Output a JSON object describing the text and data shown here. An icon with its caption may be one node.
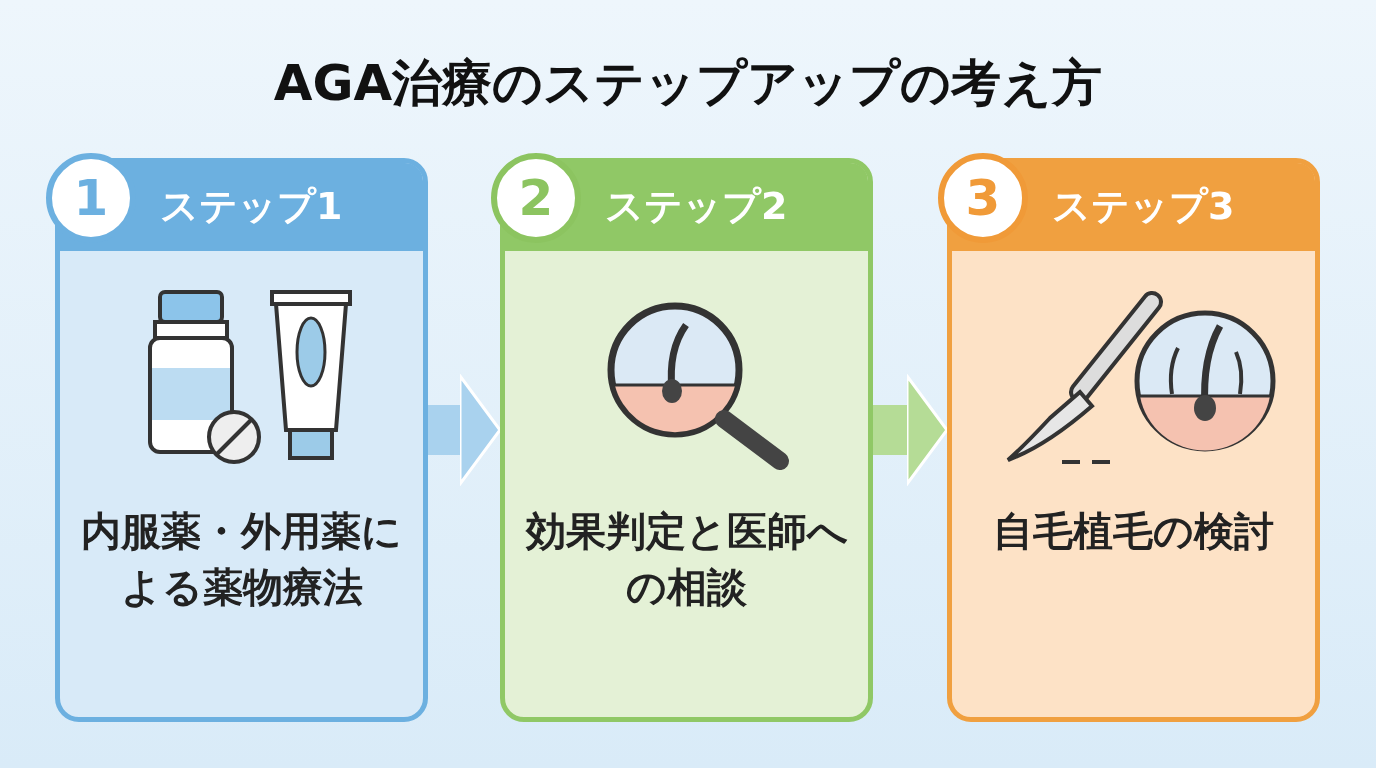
{
  "diagram": {
    "title": "AGA治療のステップアップの考え方",
    "nodes": [
      {
        "text": [
          "1",
          "ステップ1",
          "内服薬・外用薬による薬物療法"
        ]
      },
      {
        "text": [
          "2",
          "ステップ2",
          "効果判定と医師への相談"
        ]
      },
      {
        "text": [
          "3",
          "ステップ3",
          "自毛植毛の検討"
        ]
      }
    ],
    "edges": [
      {
        "from": 0,
        "to": 1,
        "arrow": "to",
        "color": "#a9d2ee"
      },
      {
        "from": 1,
        "to": 2,
        "arrow": "to",
        "color": "#b5dc96"
      }
    ]
  }
}
